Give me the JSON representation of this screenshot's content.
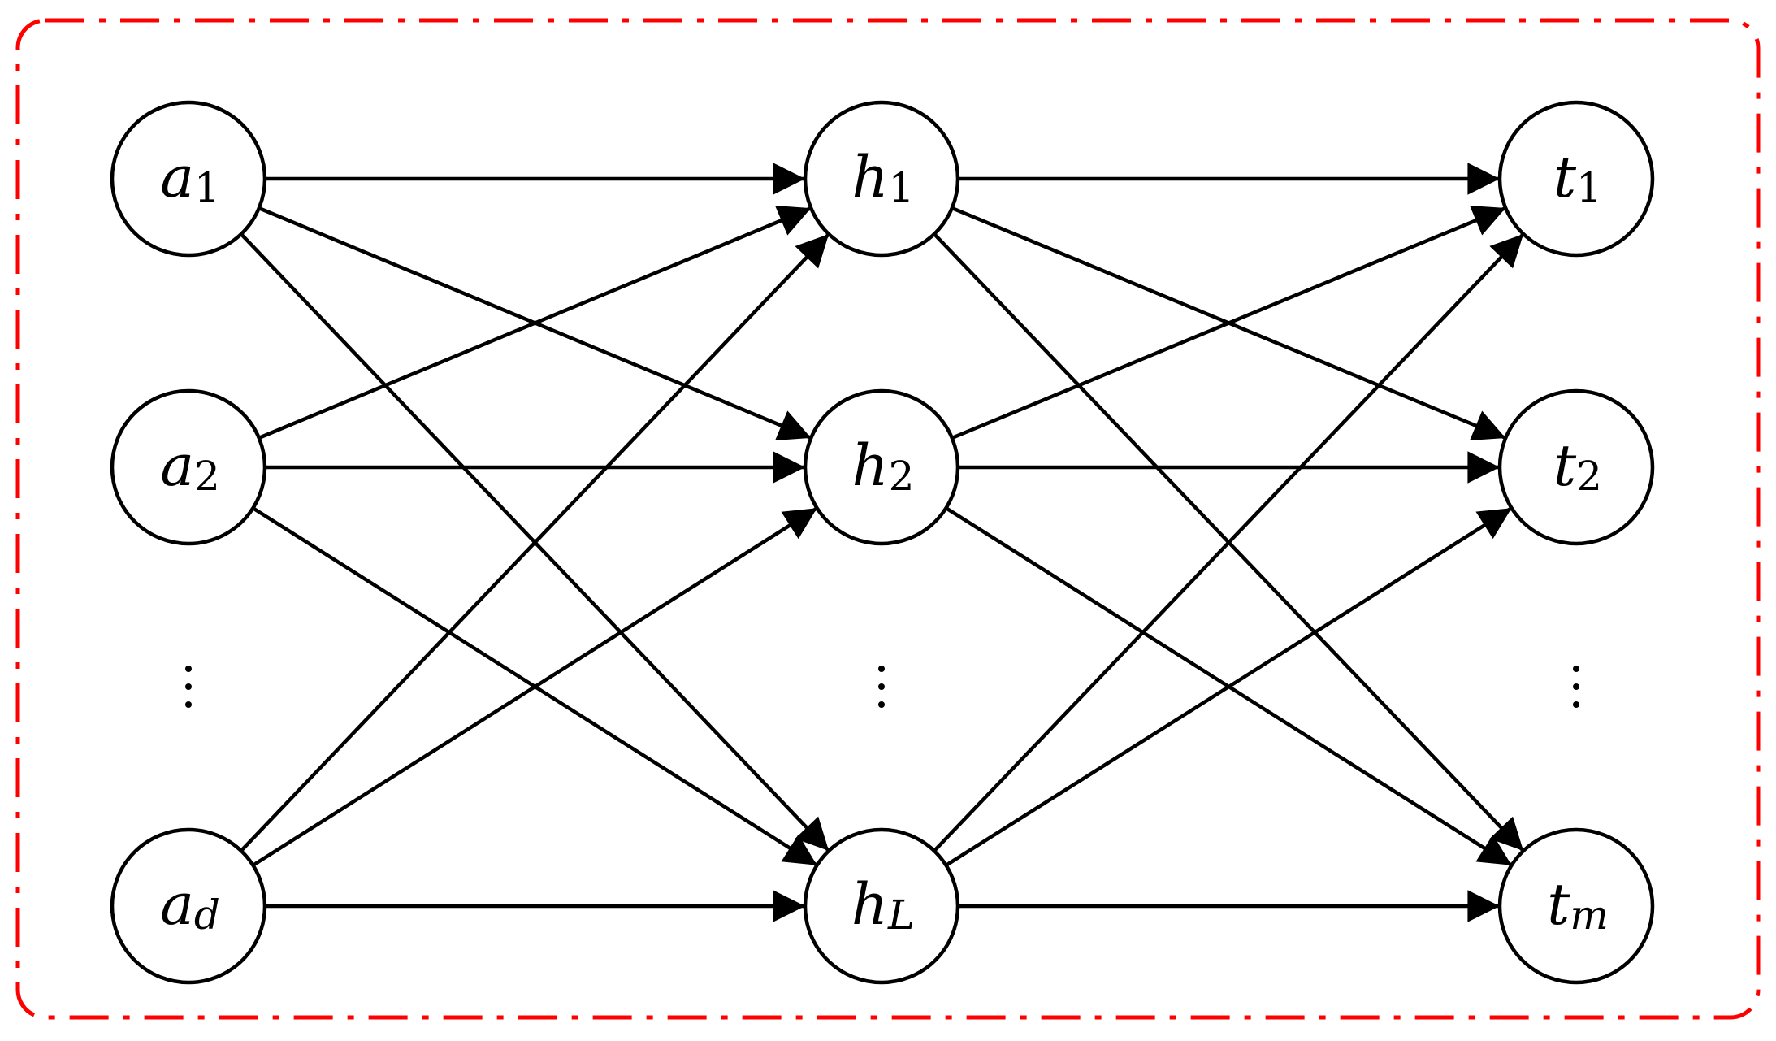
{
  "diagram": {
    "type": "neural-network",
    "colors": {
      "frame": "#ff0000",
      "lines": "#000000",
      "node_fill": "#ffffff"
    },
    "layers": [
      {
        "id": "input",
        "nodes": [
          {
            "id": "a1",
            "symbol": "a",
            "subscript": "1",
            "subscript_italic": false
          },
          {
            "id": "a2",
            "symbol": "a",
            "subscript": "2",
            "subscript_italic": false
          },
          {
            "id": "ad",
            "symbol": "a",
            "subscript": "d",
            "subscript_italic": true
          }
        ]
      },
      {
        "id": "hidden",
        "nodes": [
          {
            "id": "h1",
            "symbol": "h",
            "subscript": "1",
            "subscript_italic": false
          },
          {
            "id": "h2",
            "symbol": "h",
            "subscript": "2",
            "subscript_italic": false
          },
          {
            "id": "hL",
            "symbol": "h",
            "subscript": "L",
            "subscript_italic": true
          }
        ]
      },
      {
        "id": "output",
        "nodes": [
          {
            "id": "t1",
            "symbol": "t",
            "subscript": "1",
            "subscript_italic": false
          },
          {
            "id": "t2",
            "symbol": "t",
            "subscript": "2",
            "subscript_italic": false
          },
          {
            "id": "tm",
            "symbol": "t",
            "subscript": "m",
            "subscript_italic": true
          }
        ]
      }
    ],
    "connectivity": "fully-connected",
    "edges_directed": true,
    "ellipsis_between": [
      "2",
      "3"
    ]
  }
}
